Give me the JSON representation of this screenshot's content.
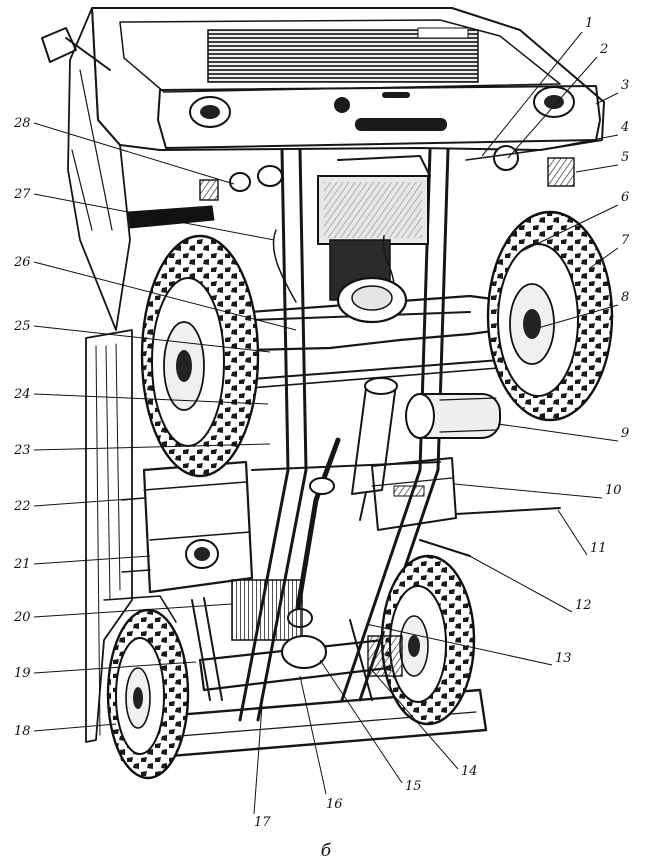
{
  "figure": {
    "caption": "б",
    "callouts": [
      {
        "id": 1,
        "label": "1"
      },
      {
        "id": 2,
        "label": "2"
      },
      {
        "id": 3,
        "label": "3"
      },
      {
        "id": 4,
        "label": "4"
      },
      {
        "id": 5,
        "label": "5"
      },
      {
        "id": 6,
        "label": "6"
      },
      {
        "id": 7,
        "label": "7"
      },
      {
        "id": 8,
        "label": "8"
      },
      {
        "id": 9,
        "label": "9"
      },
      {
        "id": 10,
        "label": "10"
      },
      {
        "id": 11,
        "label": "11"
      },
      {
        "id": 12,
        "label": "12"
      },
      {
        "id": 13,
        "label": "13"
      },
      {
        "id": 14,
        "label": "14"
      },
      {
        "id": 15,
        "label": "15"
      },
      {
        "id": 16,
        "label": "16"
      },
      {
        "id": 17,
        "label": "17"
      },
      {
        "id": 18,
        "label": "18"
      },
      {
        "id": 19,
        "label": "19"
      },
      {
        "id": 20,
        "label": "20"
      },
      {
        "id": 21,
        "label": "21"
      },
      {
        "id": 22,
        "label": "22"
      },
      {
        "id": 23,
        "label": "23"
      },
      {
        "id": 24,
        "label": "24"
      },
      {
        "id": 25,
        "label": "25"
      },
      {
        "id": 26,
        "label": "26"
      },
      {
        "id": 27,
        "label": "27"
      },
      {
        "id": 28,
        "label": "28"
      }
    ]
  }
}
